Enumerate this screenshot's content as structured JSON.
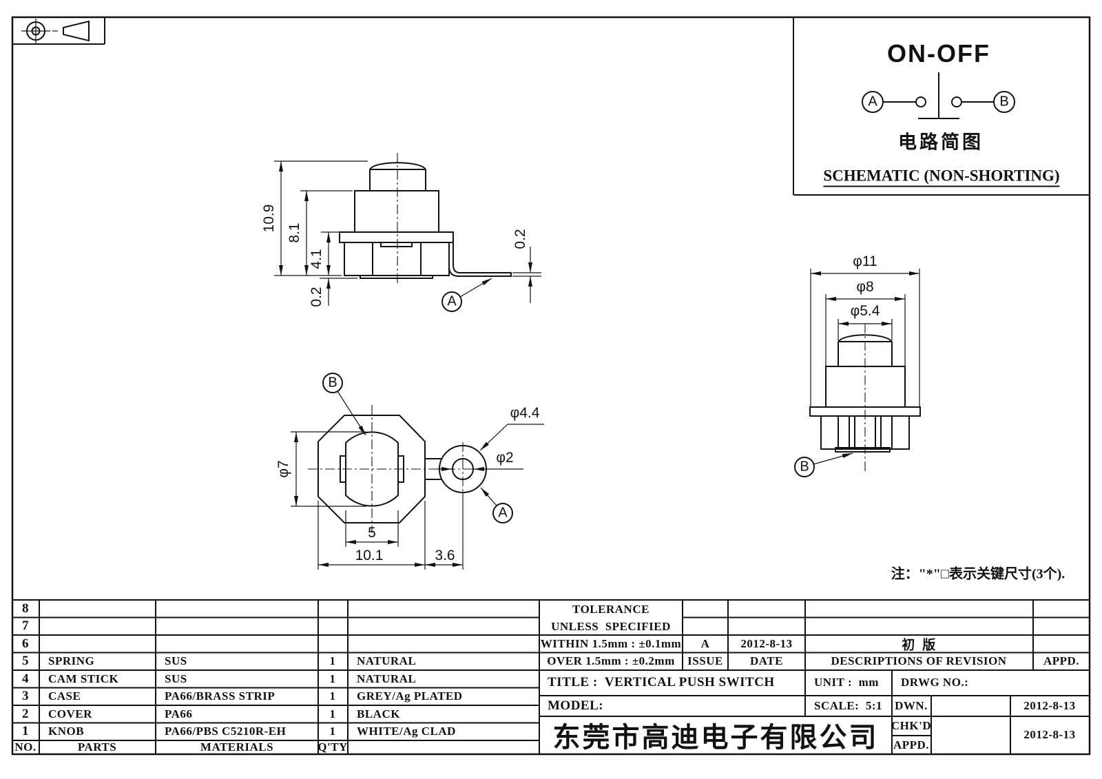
{
  "schematic_box": {
    "title": "ON-OFF",
    "terminal_a": "A",
    "terminal_b": "B",
    "caption_cn": "电路简图",
    "caption_en": "SCHEMATIC (NON-SHORTING)"
  },
  "note": "注：\"*\"□表示关键尺寸(3个).",
  "views": {
    "side": {
      "dim_total_height": "10.9",
      "dim_body_height": "8.1",
      "dim_case_height": "4.1",
      "dim_pad_thickness": "0.2",
      "dim_terminal_thickness": "0.2",
      "balloon_a": "A"
    },
    "top": {
      "dim_inner_dia": "φ7",
      "dim_flat_width": "5",
      "dim_body_width": "10.1",
      "dim_terminal_offset": "3.6",
      "dim_terminal_outer_dia": "φ4.4",
      "dim_terminal_hole_dia": "φ2",
      "balloon_a": "A",
      "balloon_b": "B"
    },
    "front": {
      "dim_flange_dia": "φ11",
      "dim_cover_dia": "φ8",
      "dim_knob_dia": "φ5.4",
      "balloon_b": "B"
    }
  },
  "bom": {
    "header": {
      "no": "NO.",
      "parts": "PARTS",
      "materials": "MATERIALS",
      "qty": "Q'TY"
    },
    "rows": [
      {
        "no": "8",
        "part": "",
        "material": "",
        "qty": "",
        "finish": ""
      },
      {
        "no": "7",
        "part": "",
        "material": "",
        "qty": "",
        "finish": ""
      },
      {
        "no": "6",
        "part": "",
        "material": "",
        "qty": "",
        "finish": ""
      },
      {
        "no": "5",
        "part": "SPRING",
        "material": "SUS",
        "qty": "1",
        "finish": "NATURAL"
      },
      {
        "no": "4",
        "part": "CAM STICK",
        "material": "SUS",
        "qty": "1",
        "finish": "NATURAL"
      },
      {
        "no": "3",
        "part": "CASE",
        "material": "PA66/BRASS STRIP",
        "qty": "1",
        "finish": "GREY/Ag PLATED"
      },
      {
        "no": "2",
        "part": "COVER",
        "material": "PA66",
        "qty": "1",
        "finish": "BLACK"
      },
      {
        "no": "1",
        "part": "KNOB",
        "material": "PA66/PBS C5210R-EH",
        "qty": "1",
        "finish": "WHITE/Ag CLAD"
      }
    ]
  },
  "tolerance": {
    "line1": "TOLERANCE",
    "line2": "UNLESS  SPECIFIED",
    "within": "WITHIN 1.5mm : ±0.1mm",
    "over": "OVER 1.5mm : ±0.2mm"
  },
  "revision": {
    "issue_value": "A",
    "date_value": "2012-8-13",
    "description_value": "初  版",
    "issue_label": "ISSUE",
    "date_label": "DATE",
    "description_label": "DESCRIPTIONS OF REVISION",
    "appd_label": "APPD."
  },
  "title_block": {
    "title": "TITLE :  VERTICAL PUSH SWITCH",
    "unit": "UNIT :  mm",
    "model": "MODEL:",
    "scale": "SCALE:  5:1",
    "company": "东莞市高迪电子有限公司",
    "drwg_no": "DRWG NO.:",
    "dwn_label": "DWN.",
    "chkd_label": "CHK'D",
    "appd_label": "APPD.",
    "dwn_date": "2012-8-13",
    "chkd_appd_date": "2012-8-13"
  }
}
